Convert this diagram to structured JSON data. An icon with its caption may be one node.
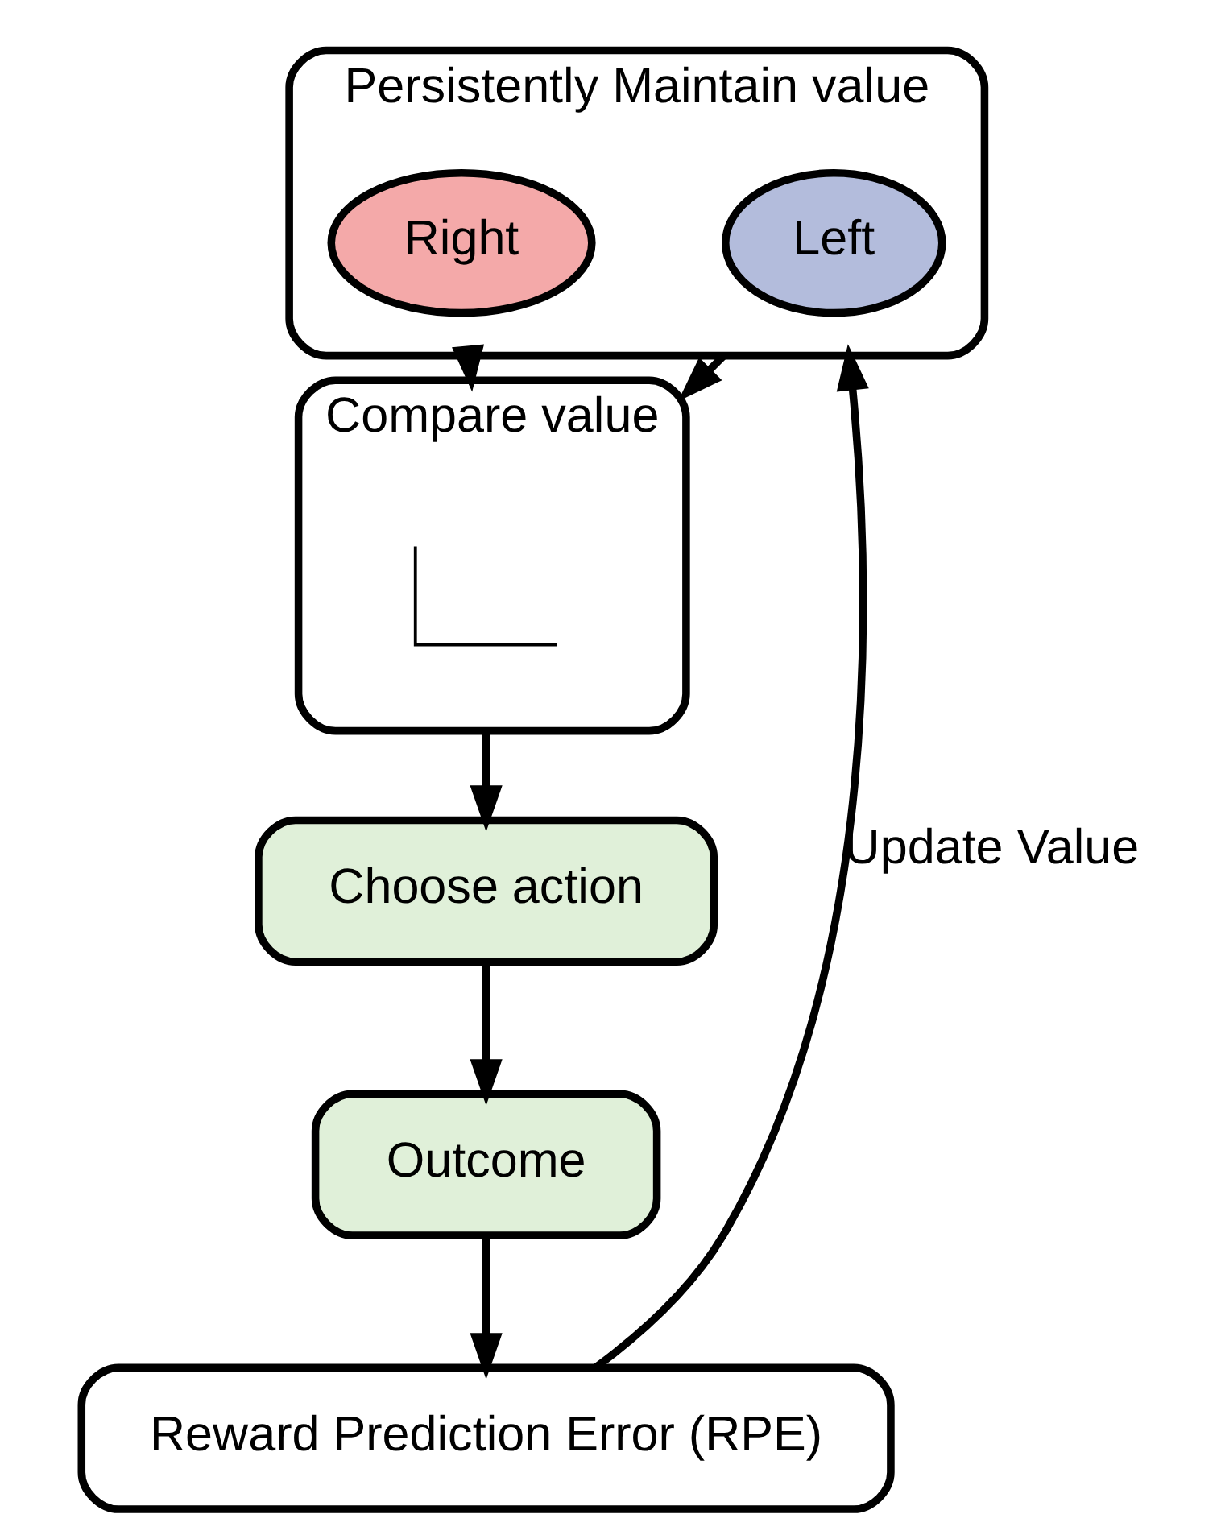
{
  "diagram": {
    "nodes": [
      {
        "text": [
          "Persistently Maintain value"
        ]
      },
      {
        "text": [
          "Left"
        ],
        "in": 0
      },
      {
        "text": [
          "Right"
        ],
        "in": 0
      },
      {
        "text": [
          "Compare value"
        ]
      },
      {
        "text": [],
        "shape": "picture",
        "in": 3
      },
      {
        "text": [
          "Choose action"
        ]
      },
      {
        "text": [
          "Outcome"
        ]
      },
      {
        "text": [
          "Reward Prediction Error (RPE)"
        ]
      }
    ],
    "edges": [
      {
        "from": 0,
        "to": 3,
        "arrow": "to"
      },
      {
        "from": 0,
        "to": 3,
        "arrow": "to"
      },
      {
        "from": 3,
        "to": 5,
        "arrow": "to"
      },
      {
        "from": 5,
        "to": 6,
        "arrow": "to"
      },
      {
        "from": 6,
        "to": 7,
        "arrow": "to"
      },
      {
        "from": 7,
        "to": 0,
        "arrow": "to",
        "label": "Update Value"
      }
    ]
  }
}
